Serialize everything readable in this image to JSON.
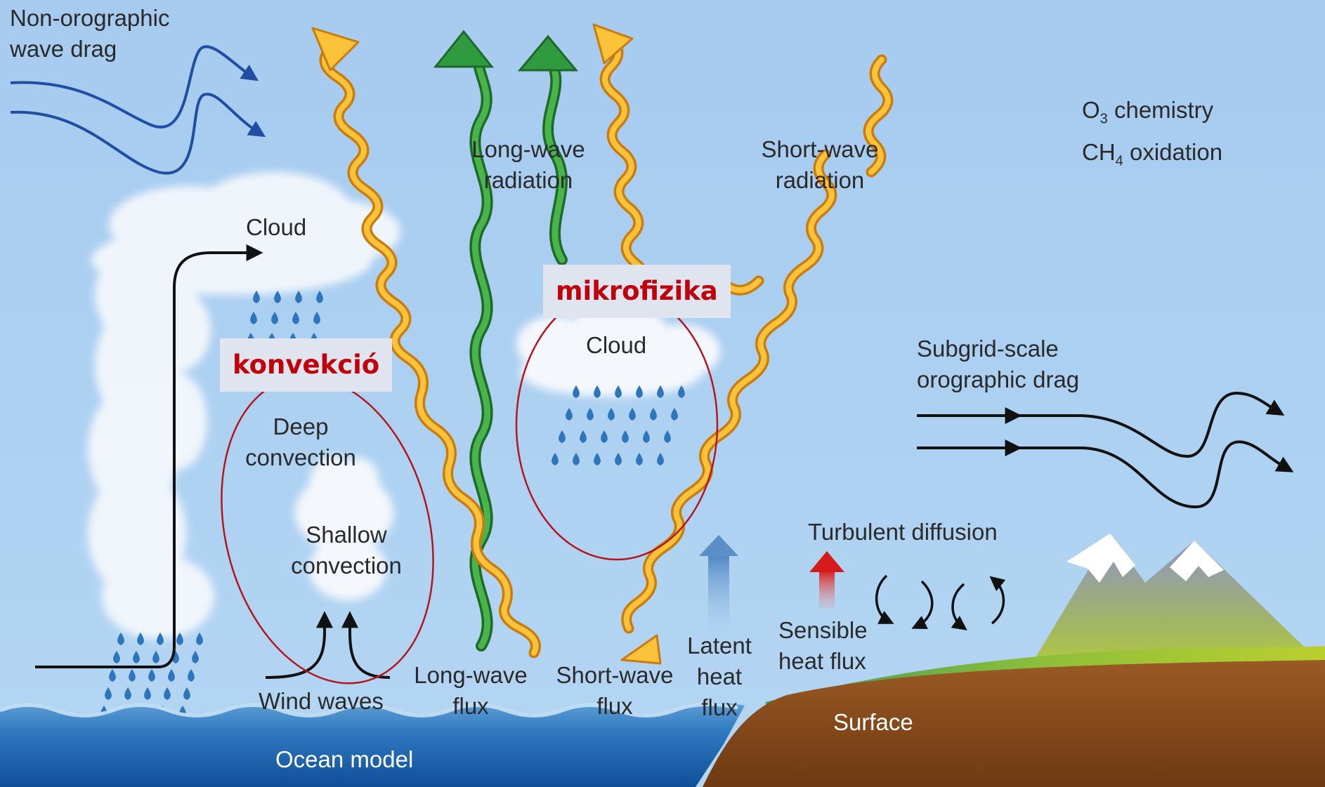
{
  "labels": {
    "non_orographic": [
      "Non-orographic",
      "wave drag"
    ],
    "long_wave_radiation": [
      "Long-wave",
      "radiation"
    ],
    "short_wave_radiation": [
      "Short-wave",
      "radiation"
    ],
    "o3_chemistry": {
      "prefix": "O",
      "sub": "3",
      "suffix": " chemistry"
    },
    "ch4_oxidation": {
      "prefix": "CH",
      "sub": "4",
      "suffix": " oxidation"
    },
    "cloud_left": "Cloud",
    "cloud_center": "Cloud",
    "subgrid": [
      "Subgrid-scale",
      "orographic drag"
    ],
    "deep_convection": [
      "Deep",
      "convection"
    ],
    "shallow_convection": [
      "Shallow",
      "convection"
    ],
    "turbulent_diffusion": "Turbulent diffusion",
    "sensible_heat_flux": [
      "Sensible",
      "heat flux"
    ],
    "latent_heat_flux": [
      "Latent",
      "heat",
      "flux"
    ],
    "long_wave_flux": [
      "Long-wave",
      "flux"
    ],
    "short_wave_flux": [
      "Short-wave",
      "flux"
    ],
    "wind_waves": "Wind waves",
    "surface": "Surface",
    "ocean_model": "Ocean model"
  },
  "annotations": {
    "convection": "konvekció",
    "microphysics": "mikrofizika"
  },
  "colors": {
    "sky": "#a9cdf0",
    "shortwave": "#f6a623",
    "longwave": "#2f9a3e",
    "annotation_red": "#c0000b",
    "ocean": "#1a5fa6",
    "land": "#8b4a1c"
  }
}
